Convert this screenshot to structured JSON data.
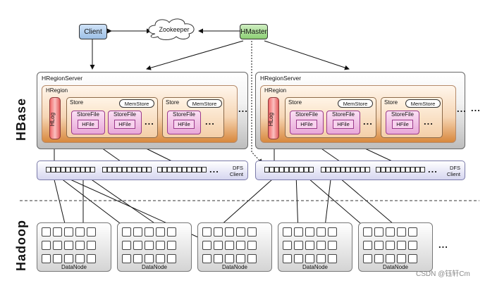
{
  "top": {
    "client": "Client",
    "zookeeper": "Zookeeper",
    "hmaster": "HMaster"
  },
  "labels": {
    "hbase": "HBase",
    "hadoop": "Hadoop"
  },
  "region_servers": [
    {
      "title": "HRegionServer",
      "region_title": "HRegion",
      "hlog": "HLog",
      "store1": {
        "title": "Store",
        "memstore": "MemStore",
        "storefiles": [
          "StoreFile",
          "StoreFile"
        ],
        "hfiles": [
          "HFile",
          "HFile"
        ],
        "dots": "..."
      },
      "store2": {
        "title": "Store",
        "memstore": "MemStore",
        "storefile": "StoreFile",
        "hfile": "HFile",
        "dots": "..."
      },
      "region_dots": "...",
      "dfs_label_1": "DFS",
      "dfs_label_2": "Client",
      "dfs_dots": "..."
    },
    {
      "title": "HRegionServer",
      "region_title": "HRegion",
      "hlog": "HLog",
      "store1": {
        "title": "Store",
        "memstore": "MemStore",
        "storefiles": [
          "StoreFile",
          "StoreFile"
        ],
        "hfiles": [
          "HFile",
          "HFile"
        ],
        "dots": "..."
      },
      "store2": {
        "title": "Store",
        "memstore": "MemStore",
        "storefile": "StoreFile",
        "hfile": "HFile",
        "dots": "..."
      },
      "region_dots": "...",
      "outer_dots": "...",
      "dfs_label_1": "DFS",
      "dfs_label_2": "Client",
      "dfs_dots": "..."
    }
  ],
  "datanodes": [
    "DataNode",
    "DataNode",
    "DataNode",
    "DataNode",
    "DataNode"
  ],
  "datanode_dots": "...",
  "watermark": "CSDN @钰轩Cm"
}
